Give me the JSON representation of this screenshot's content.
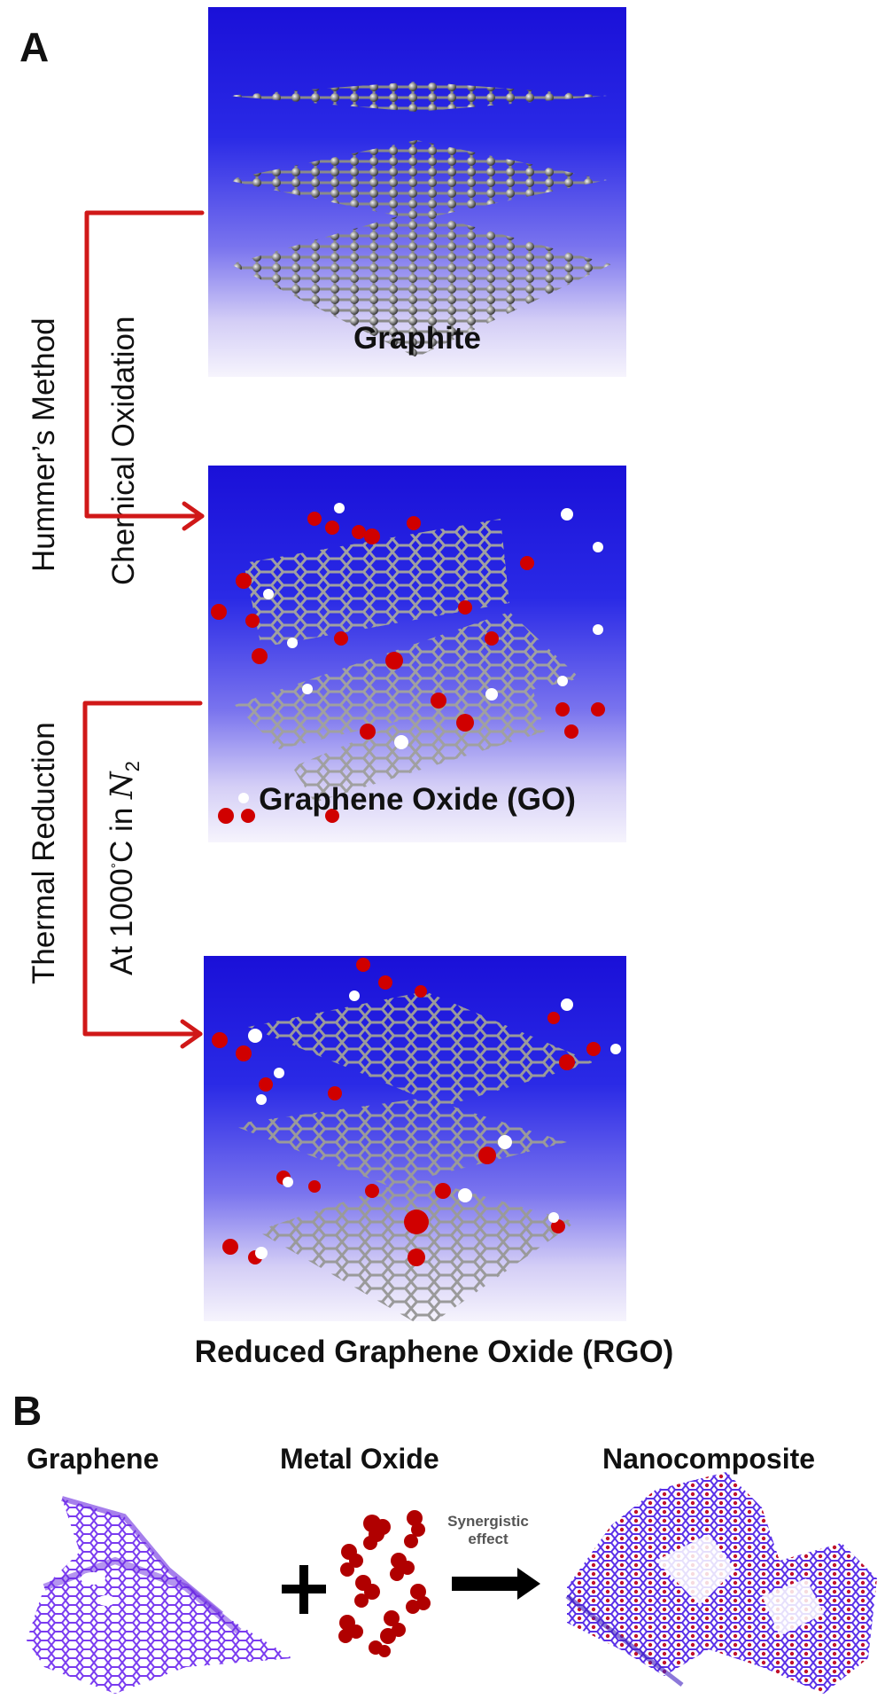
{
  "figure": {
    "panel_a": {
      "label": "A",
      "left_labels": {
        "outer_top": "Hummer’s Method",
        "inner_top": "Chemical Oxidation",
        "outer_bottom": "Thermal Reduction",
        "inner_bottom_prefix": "At 1000",
        "inner_bottom_degree": "°",
        "inner_bottom_unit": "C in ",
        "inner_bottom_gas": "N",
        "inner_bottom_sub": "2"
      },
      "structures": [
        {
          "id": "graphite",
          "caption": "Graphite"
        },
        {
          "id": "go",
          "caption": "Graphene Oxide (GO)"
        },
        {
          "id": "rgo",
          "caption": "Reduced Graphene Oxide (RGO)"
        }
      ],
      "colors": {
        "arrow": "#d01818",
        "panel_top": "#1a10d8",
        "panel_bottom": "#f6f4fd",
        "carbon": "#9a9a9a",
        "oxygen": "#d00000",
        "hydrogen": "#ffffff"
      }
    },
    "panel_b": {
      "label": "B",
      "items": [
        {
          "id": "graphene",
          "title": "Graphene"
        },
        {
          "id": "metal-oxide",
          "title": "Metal Oxide"
        },
        {
          "id": "nanocomposite",
          "title": "Nanocomposite"
        }
      ],
      "operator": "+",
      "arrow_label_line1": "Synergistic",
      "arrow_label_line2": "effect",
      "colors": {
        "graphene": "#7a3cf0",
        "metal_oxide": "#b00000",
        "arrow": "#000000"
      }
    }
  }
}
